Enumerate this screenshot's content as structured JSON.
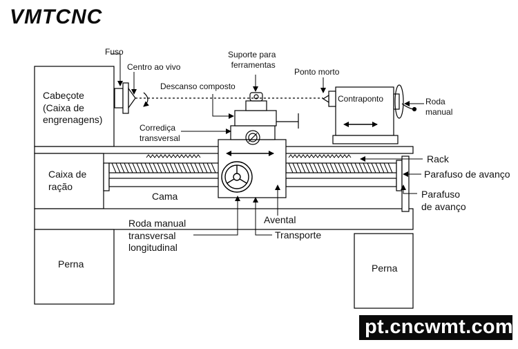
{
  "brand": {
    "logo": "VMTCNC"
  },
  "footer": {
    "url": "pt.cncwmt.com"
  },
  "labels": {
    "fuso": "Fuso",
    "centro_vivo": "Centro ao vivo",
    "suporte_l1": "Suporte para",
    "suporte_l2": "ferramentas",
    "ponto_morto": "Ponto morto",
    "descanso": "Descanso composto",
    "cabecote_l1": "Cabeçote",
    "cabecote_l2": "(Caixa de",
    "cabecote_l3": "engrenagens)",
    "contraponto": "Contraponto",
    "roda_manual_l1": "Roda",
    "roda_manual_l2": "manual",
    "corredica_l1": "Corrediça",
    "corredica_l2": "transversal",
    "rack": "Rack",
    "caixa_racao_l1": "Caixa de",
    "caixa_racao_l2": "ração",
    "parafuso_avanco": "Parafuso de avanço",
    "parafuso2_l1": "Parafuso",
    "parafuso2_l2": "de avanço",
    "cama": "Cama",
    "avental": "Avental",
    "roda_trans_l1": "Roda manual",
    "roda_trans_l2": "transversal",
    "roda_trans_l3": "longitudinal",
    "transporte": "Transporte",
    "perna_esq": "Perna",
    "perna_dir": "Perna"
  }
}
